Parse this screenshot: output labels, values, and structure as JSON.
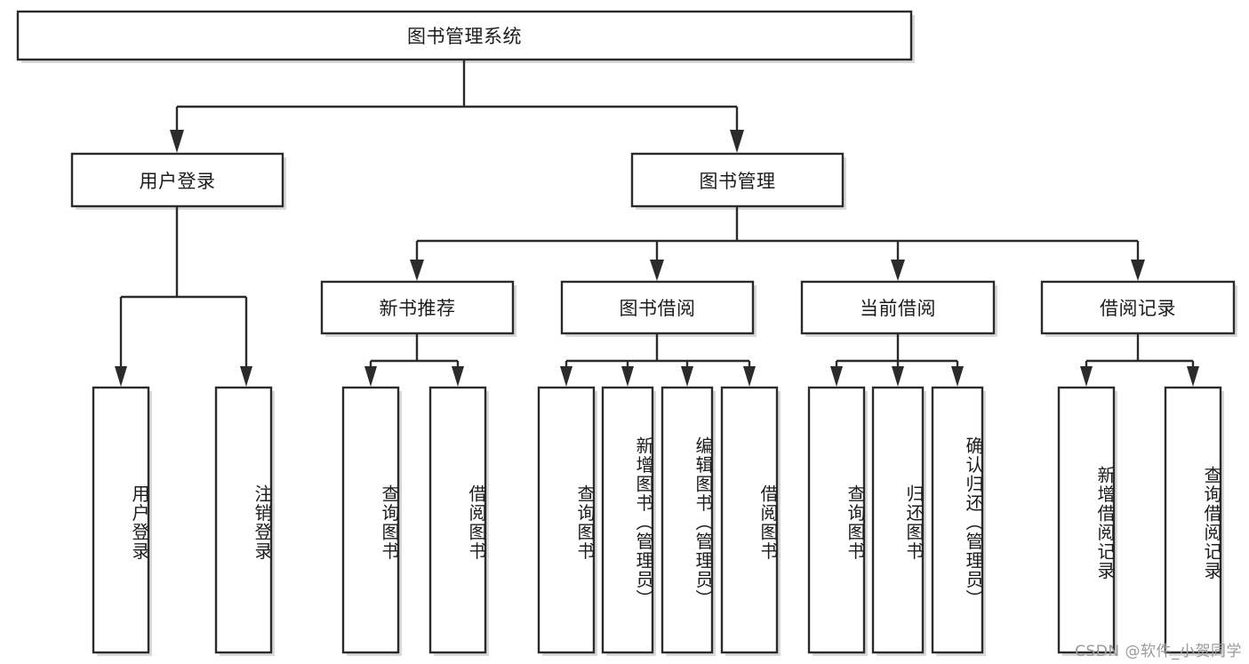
{
  "diagram": {
    "title_text": "图书管理系统",
    "type": "tree-hierarchy-chart",
    "background_color": "#ffffff",
    "line_color": "#2b2b2b",
    "text_color": "#1c1c1c",
    "nodes": {
      "root": {
        "label": "图书管理系统"
      },
      "level2": [
        {
          "id": "user-login",
          "label": "用户登录"
        },
        {
          "id": "book-management",
          "label": "图书管理"
        }
      ],
      "level3": [
        {
          "id": "new-book-recommend",
          "label": "新书推荐"
        },
        {
          "id": "book-borrow",
          "label": "图书借阅"
        },
        {
          "id": "current-borrow",
          "label": "当前借阅"
        },
        {
          "id": "borrow-record",
          "label": "借阅记录"
        }
      ],
      "leaves": [
        {
          "id": "leaf-user-login",
          "label": "用户登录"
        },
        {
          "id": "leaf-logout-login",
          "label": "注销登录"
        },
        {
          "id": "leaf-query-book-1",
          "label": "查询图书"
        },
        {
          "id": "leaf-borrow-book-1",
          "label": "借阅图书"
        },
        {
          "id": "leaf-query-book-2",
          "label": "查询图书"
        },
        {
          "id": "leaf-add-book",
          "label": "新增图书（管理员）"
        },
        {
          "id": "leaf-edit-book",
          "label": "编辑图书（管理员）"
        },
        {
          "id": "leaf-borrow-book-2",
          "label": "借阅图书"
        },
        {
          "id": "leaf-query-book-3",
          "label": "查询图书"
        },
        {
          "id": "leaf-return-book",
          "label": "归还图书"
        },
        {
          "id": "leaf-confirm-return",
          "label": "确认归还（管理员）"
        },
        {
          "id": "leaf-add-borrow-record",
          "label": "新增借阅记录"
        },
        {
          "id": "leaf-query-borrow-record",
          "label": "查询借阅记录"
        }
      ]
    }
  },
  "watermark": {
    "text": "CSDN @软件_小贺同学"
  }
}
